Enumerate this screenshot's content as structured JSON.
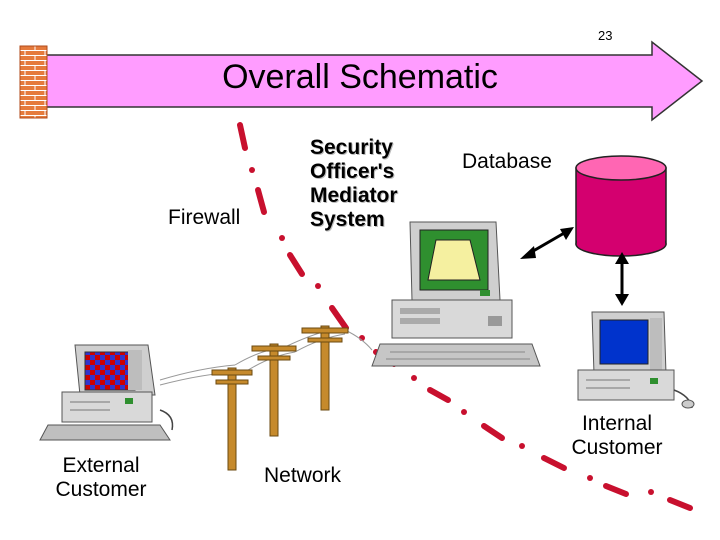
{
  "slide": {
    "page_number": "23",
    "title": "Overall Schematic"
  },
  "labels": {
    "firewall": "Firewall",
    "security_officer": [
      "Security",
      "Officer's",
      "Mediator",
      "System"
    ],
    "database": "Database",
    "external_customer": [
      "External",
      "Customer"
    ],
    "network": "Network",
    "internal_customer": [
      "Internal",
      "Customer"
    ]
  },
  "colors": {
    "banner_fill": "#ff9cff",
    "brick": "#e57a3c",
    "firewall_line": "#c8102e",
    "database": "#d4006f",
    "pole": "#c68a2c",
    "monitor_screen": "#0033cc",
    "checker_a": "#cc0000",
    "checker_b": "#3333cc"
  },
  "icons": [
    "brick-wall-icon",
    "arrow-banner-icon",
    "computer-icon",
    "database-cylinder-icon",
    "utility-pole-icon",
    "double-arrow-icon"
  ]
}
